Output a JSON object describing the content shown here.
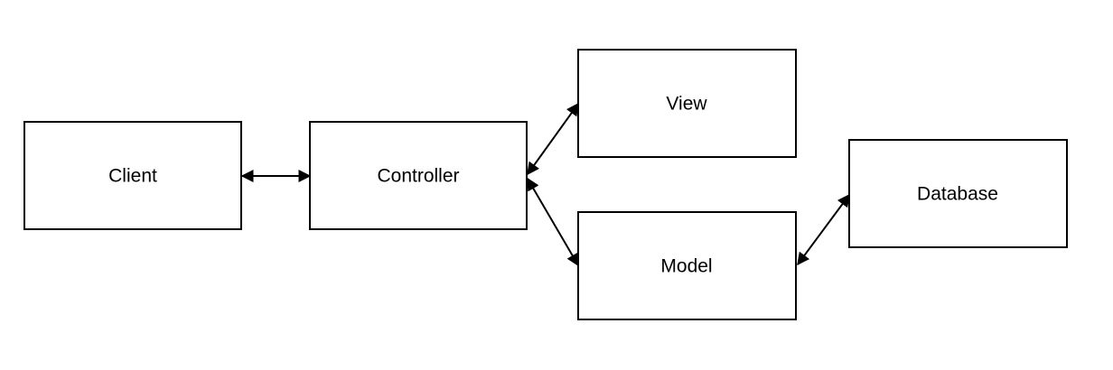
{
  "diagram": {
    "nodes": [
      {
        "id": "client",
        "label": "Client"
      },
      {
        "id": "controller",
        "label": "Controller"
      },
      {
        "id": "view",
        "label": "View"
      },
      {
        "id": "model",
        "label": "Model"
      },
      {
        "id": "database",
        "label": "Database"
      }
    ],
    "edges": [
      {
        "from": "client",
        "to": "controller",
        "direction": "both"
      },
      {
        "from": "controller",
        "to": "view",
        "direction": "both"
      },
      {
        "from": "controller",
        "to": "model",
        "direction": "both"
      },
      {
        "from": "model",
        "to": "database",
        "direction": "both"
      }
    ],
    "colors": {
      "stroke": "#000000",
      "fill": "#ffffff",
      "text": "#000000"
    }
  }
}
